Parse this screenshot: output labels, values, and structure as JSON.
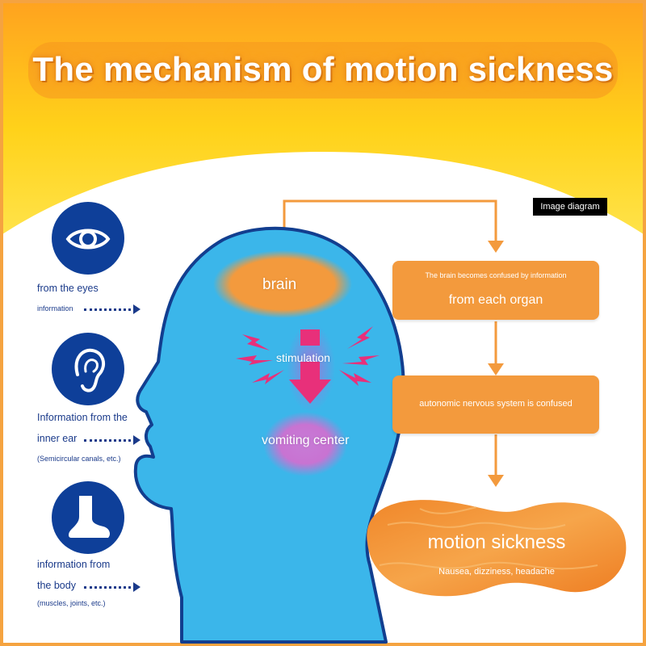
{
  "title": "The mechanism of motion sickness",
  "watermark": "Image diagram",
  "sources": [
    {
      "icon": "eye-icon",
      "line1": "from the eyes",
      "line2": "information",
      "line3": ""
    },
    {
      "icon": "ear-icon",
      "line1": "Information from the",
      "line2": "inner ear",
      "line3": "(Semicircular canals, etc.)"
    },
    {
      "icon": "foot-icon",
      "line1": "information from",
      "line2": "the body",
      "line3": "(muscles, joints, etc.)"
    }
  ],
  "head": {
    "brain": "brain",
    "stimulation": "stimulation",
    "vomiting_center": "vomiting center"
  },
  "flow": {
    "box1_line1": "The brain becomes confused by information",
    "box1_line2": "from each organ",
    "box2": "autonomic nervous system is confused",
    "result_title": "motion sickness",
    "result_symptoms": "Nausea, dizziness, headache"
  },
  "colors": {
    "head": "#3bb6ea",
    "head_outline": "#123e8f",
    "orange": "#f39a3d",
    "navy": "#0e3f99",
    "stim_arrow": "#e8307a"
  }
}
